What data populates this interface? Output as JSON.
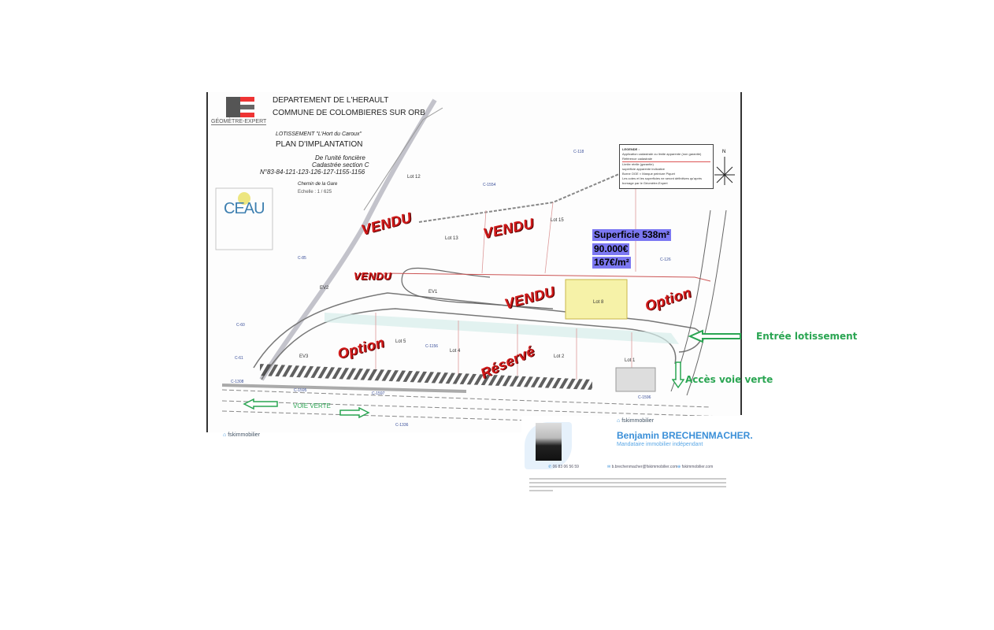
{
  "header": {
    "firm": "GÉOMÈTRE-EXPERT",
    "department": "DEPARTEMENT DE L'HERAULT",
    "commune": "COMMUNE DE COLOMBIERES SUR ORB",
    "lotissement": "LOTISSEMENT  \"L'Hort du Caroux\"",
    "plan_title": "PLAN D'IMPLANTATION",
    "unit_line1": "De l'unité foncière",
    "unit_line2": "Cadastrée section C",
    "unit_line3": "N°83-84-121-123-126-127-1155-1156",
    "road": "Chemin de la Gare",
    "scale": "Echelle : 1 / 625"
  },
  "ceau_logo": {
    "text": "CEAU"
  },
  "status_stamps": {
    "vendu": "VENDU",
    "option": "Option",
    "reserve": "Réservé"
  },
  "lots": [
    "Lot 12",
    "Lot 13",
    "Lot 15",
    "Lot 8",
    "Lot 5",
    "Lot 4",
    "Lot 2",
    "Lot 1"
  ],
  "green_spaces": [
    "EV1",
    "EV2",
    "EV3"
  ],
  "parcels": [
    "C-1554",
    "C-118",
    "C-126",
    "C-85",
    "C-60",
    "C-61",
    "C-1595",
    "C-1597",
    "C-1596",
    "C-1336",
    "C-1156",
    "C-1308"
  ],
  "offer": {
    "area": "Superficie 538m²",
    "price": "90.000€",
    "price_per_m2": "167€/m²"
  },
  "legend": {
    "title": "LEGENDE :",
    "line1": "Application cadastrale ou limite apparente (non garantie)",
    "line2": "Référence cadastrale",
    "line3": "Limite réelle (garantie)",
    "line4": "superficie apparente indicative",
    "line5": "Borne OGE  × Marque peinture  Piquet",
    "line6": "Les cotes et les superficies ne seront définitives qu'après bornage par le Géomètre-Expert"
  },
  "north": "N",
  "annotations": {
    "entry": "Entrée lotissement",
    "green_way_access": "Accès voie verte",
    "green_way": "VOIE VERTE"
  },
  "colors": {
    "stamp_red": "#d21a1a",
    "annotation_green": "#2aa552",
    "price_bg": "#7c78f2",
    "lot8_fill": "#f6f2a8",
    "brand_blue": "#3a8fd8"
  },
  "agent_card": {
    "brand": "fskimmobilier",
    "name": "Benjamin BRECHENMACHER.",
    "title": "Mandataire immobilier indépendant",
    "phone": "06 83 06 56 59",
    "email": "b.brechenmacher@fskimmobilier.com",
    "website": "fskimmobilier.com"
  },
  "footer_brand": "fskimmobilier"
}
